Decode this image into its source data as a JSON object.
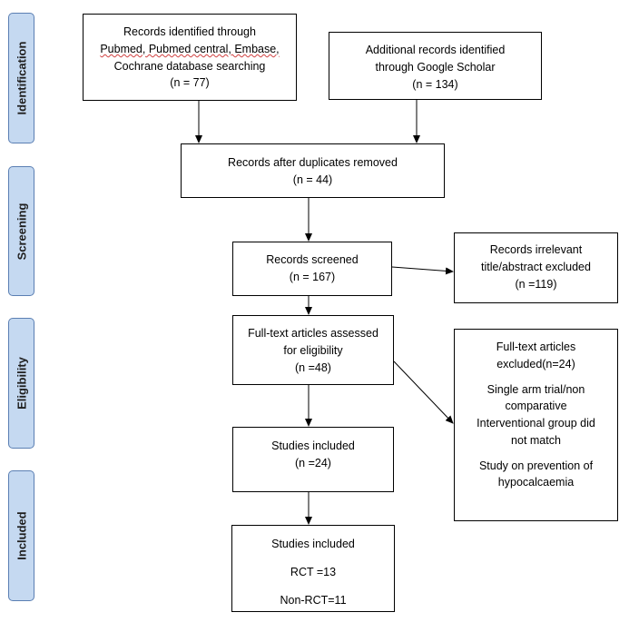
{
  "stages": {
    "identification": "Identification",
    "screening": "Screening",
    "eligibility": "Eligibility",
    "included": "Included"
  },
  "boxes": {
    "db_search": {
      "lines": [
        "Records identified through",
        "Pubmed, Pubmed central, Embase,",
        "Cochrane database searching",
        "(n = 77)"
      ]
    },
    "google": {
      "lines": [
        "Additional records identified",
        "through Google Scholar",
        "(n = 134)"
      ]
    },
    "duplicates": {
      "lines": [
        "Records after duplicates removed",
        "(n = 44)"
      ]
    },
    "screened": {
      "lines": [
        "Records screened",
        "(n = 167)"
      ]
    },
    "irrelevant": {
      "lines": [
        "Records irrelevant",
        "title/abstract excluded",
        "(n =119)"
      ]
    },
    "fulltext": {
      "lines": [
        "Full-text articles assessed",
        "for eligibility",
        "(n =48)"
      ]
    },
    "excluded": {
      "lines": [
        "Full-text articles",
        "excluded(n=24)",
        "Single arm trial/non",
        "comparative",
        "Interventional group did",
        "not match",
        "Study on prevention of",
        "hypocalcaemia"
      ]
    },
    "studies_included": {
      "lines": [
        "Studies included",
        "(n =24)"
      ]
    },
    "final_included": {
      "lines": [
        "Studies included",
        "RCT =13",
        "Non-RCT=11"
      ]
    }
  }
}
